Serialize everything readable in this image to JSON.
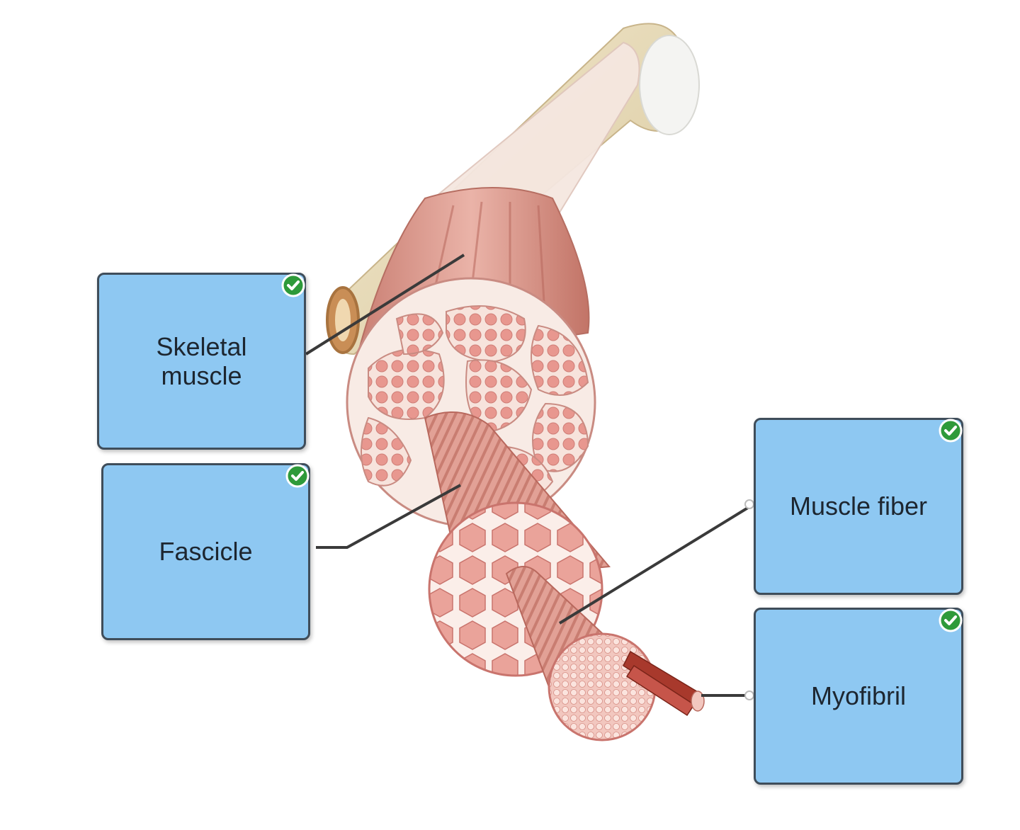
{
  "labels": {
    "skeletal_muscle": "Skeletal\nmuscle",
    "fascicle": "Fascicle",
    "muscle_fiber": "Muscle fiber",
    "myofibril": "Myofibril"
  },
  "status": {
    "skeletal_muscle": "correct",
    "fascicle": "correct",
    "muscle_fiber": "correct",
    "myofibril": "correct"
  },
  "colors": {
    "label_fill": "#8ec8f2",
    "label_border": "#3f4d5a",
    "check_green": "#2e9a3a",
    "muscle": "#e3a59b",
    "bone": "#e9dcb7",
    "connective": "#f6ebe6"
  },
  "icons": [
    "check-icon"
  ]
}
